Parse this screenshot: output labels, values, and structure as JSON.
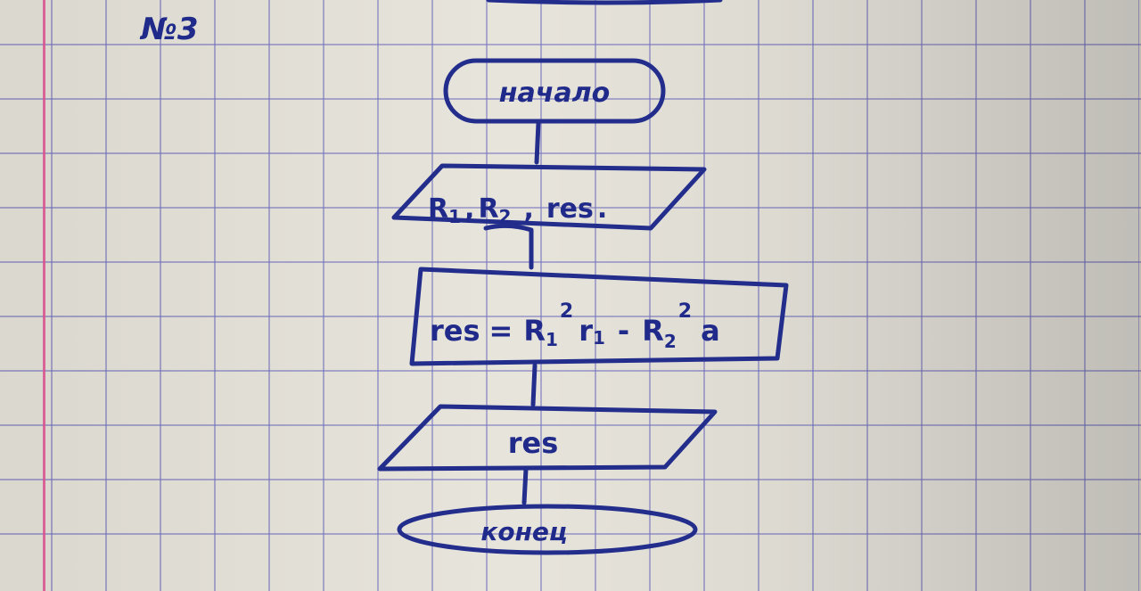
{
  "page_label": "№3",
  "flowchart": {
    "start": {
      "text": "начало"
    },
    "input": {
      "r1_base": "R",
      "r1_sub": "1",
      "r2_base": "R",
      "r2_sub": "2",
      "res": "res",
      "sep1": ",",
      "sep2": ",",
      "end": "."
    },
    "process": {
      "lhs": "res",
      "eq": "=",
      "t1_base": "R",
      "t1_sub": "1",
      "t1_sup": "2",
      "t1_coef": "r",
      "t1_coef_sub": "1",
      "minus": "-",
      "t2_base": "R",
      "t2_sub": "2",
      "t2_sup": "2",
      "t2_coef": "a"
    },
    "output": {
      "text": "res"
    },
    "end": {
      "text": "конец"
    }
  },
  "colors": {
    "ink": "#232d8c",
    "grid": "#706ebe",
    "margin": "#d8508e",
    "paper": "#e6e3da"
  }
}
